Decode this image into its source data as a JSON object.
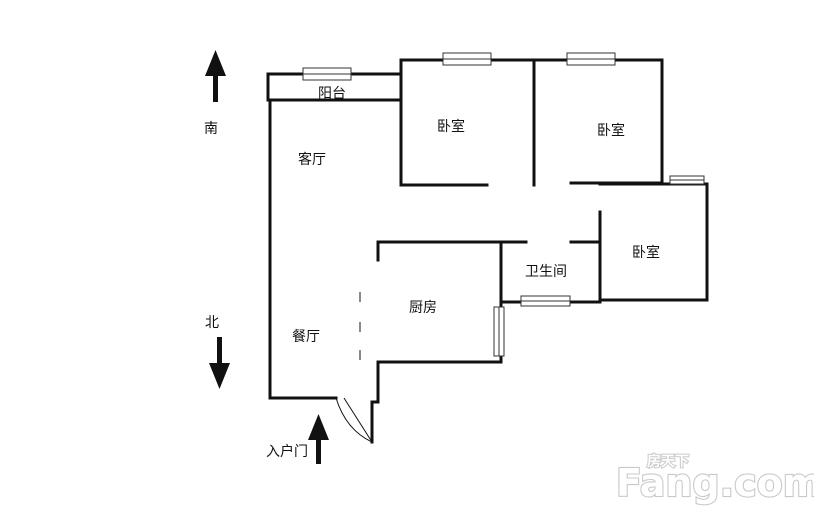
{
  "rooms": {
    "balcony": "阳台",
    "bedroom_1": "卧室",
    "bedroom_2": "卧室",
    "bedroom_3": "卧室",
    "living_room": "客厅",
    "dining_room": "餐厅",
    "kitchen": "厨房",
    "bathroom": "卫生间"
  },
  "compass": {
    "south": "南",
    "north": "北"
  },
  "entrance": {
    "label": "入户门"
  },
  "watermark": {
    "small": "房天下",
    "brand": "Fang.com"
  },
  "colors": {
    "wall": "#111111",
    "background": "#ffffff",
    "watermark": "#cfcfcf"
  }
}
